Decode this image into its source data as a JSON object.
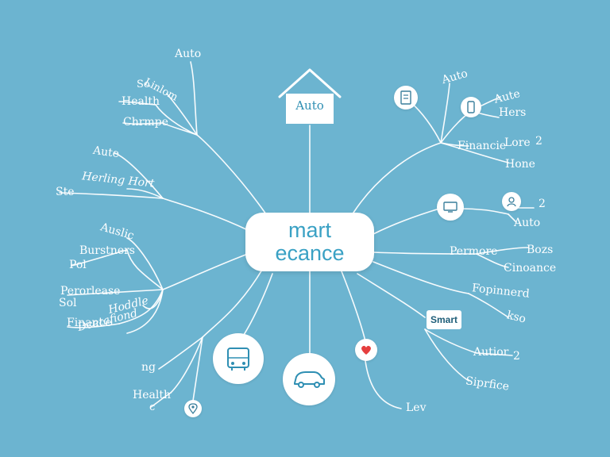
{
  "center": {
    "line1": "mart",
    "line2": "ecance"
  },
  "house": {
    "label": "Auto"
  },
  "tag": {
    "label": "Smart"
  },
  "labels": {
    "tl_auto": "Auto",
    "tl_so": "So",
    "tl_linlom": "Linlom",
    "tl_health": "Health",
    "tl_chrmpe": "Chrmpe",
    "ml_aute": "Aute",
    "ml_herling": "Herling Hort",
    "ml_ste": "Ste",
    "ml_auslic": "Auslic",
    "ml_burstners": "Burstners",
    "ml_pol": "Pol",
    "ll_perorlease": "Perorlease",
    "ll_sol": "Sol",
    "ll_hoddle": "Hoddle",
    "ll_finance": "Finance",
    "ll_dcetafiond": "Dcetafiond",
    "bl_ng": "ng",
    "bl_health": "Health",
    "bl_c": "c",
    "tr_auto": "Auto",
    "tr_aute": "Aute",
    "tr_hers": "Hers",
    "tr_financie": "Financie",
    "tr_lore": "Lore",
    "tr_2": "2",
    "tr_hone": "Hone",
    "mr_2": "2",
    "mr_auto": "Auto",
    "mr_permore": "Permore",
    "mr_bozs": "Bozs",
    "mr_cinoance": "Cinoance",
    "mr_fopinnerd": "Fopinnerd",
    "mr_kso": "kso",
    "br_autior": "Autior",
    "br_2": "2",
    "br_siprfice": "Siprfice",
    "bc_lev": "Lev"
  },
  "colors": {
    "background": "#6cb4d0",
    "line": "#ffffff",
    "center_text": "#3aa1c4",
    "heart": "#e53e3e"
  },
  "icons": [
    "house-icon",
    "document-icon",
    "phone-icon",
    "monitor-icon",
    "person-icon",
    "bus-icon",
    "car-icon",
    "heart-icon",
    "location-pin-icon"
  ]
}
